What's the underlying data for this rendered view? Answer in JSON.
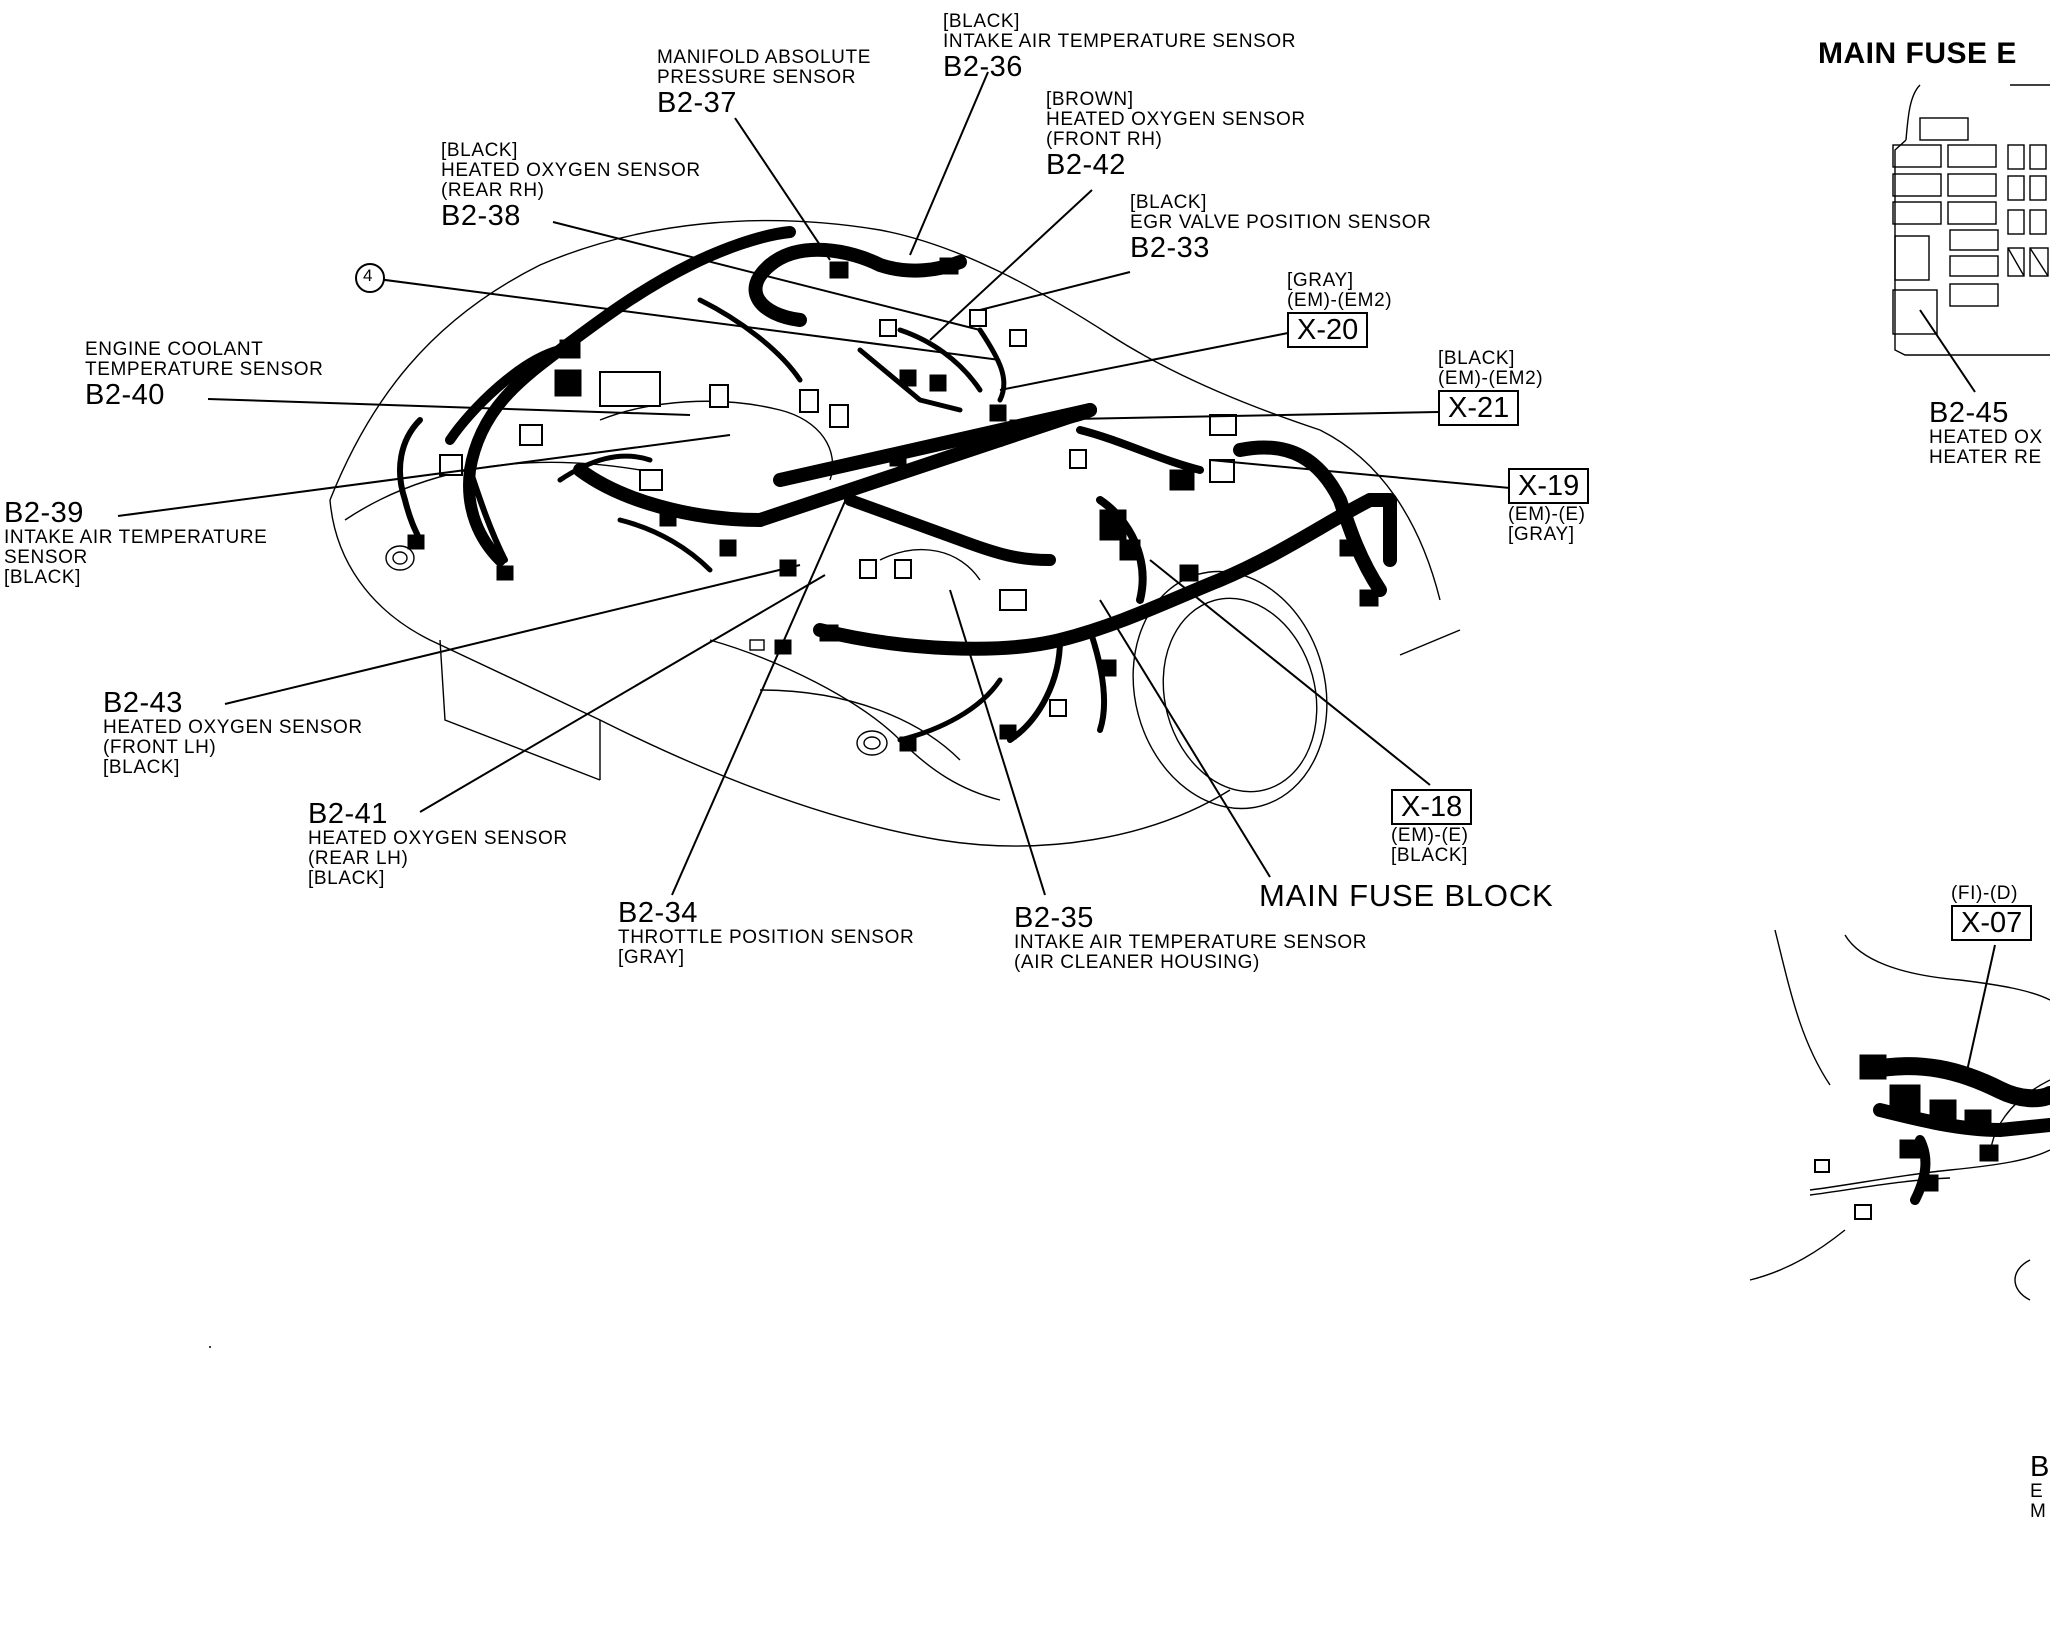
{
  "labels": {
    "b2_36": {
      "color": "[BLACK]",
      "name": "INTAKE AIR TEMPERATURE SENSOR",
      "code": "B2-36"
    },
    "b2_37": {
      "name1": "MANIFOLD ABSOLUTE",
      "name2": "PRESSURE SENSOR",
      "code": "B2-37"
    },
    "b2_42": {
      "color": "[BROWN]",
      "name1": "HEATED OXYGEN SENSOR",
      "name2": "(FRONT RH)",
      "code": "B2-42"
    },
    "b2_38": {
      "color": "[BLACK]",
      "name1": "HEATED OXYGEN SENSOR",
      "name2": "(REAR RH)",
      "code": "B2-38"
    },
    "b2_33": {
      "color": "[BLACK]",
      "name": "EGR VALVE POSITION SENSOR",
      "code": "B2-33"
    },
    "circle_4": "4",
    "x_20": {
      "color": "[GRAY]",
      "em": "(EM)-(EM2)",
      "code": "X-20"
    },
    "x_21": {
      "color": "[BLACK]",
      "em": "(EM)-(EM2)",
      "code": "X-21"
    },
    "b2_40": {
      "name1": "ENGINE COOLANT",
      "name2": "TEMPERATURE SENSOR",
      "code": "B2-40"
    },
    "x_19": {
      "code": "X-19",
      "em": "(EM)-(E)",
      "color": "[GRAY]"
    },
    "b2_39": {
      "code": "B2-39",
      "name1": "INTAKE AIR TEMPERATURE",
      "name2": "SENSOR",
      "color": "[BLACK]"
    },
    "b2_43": {
      "code": "B2-43",
      "name1": "HEATED OXYGEN SENSOR",
      "name2": "(FRONT LH)",
      "color": "[BLACK]"
    },
    "b2_41": {
      "code": "B2-41",
      "name1": "HEATED OXYGEN SENSOR",
      "name2": "(REAR LH)",
      "color": "[BLACK]"
    },
    "x_18": {
      "code": "X-18",
      "em": "(EM)-(E)",
      "color": "[BLACK]"
    },
    "main_fuse_block": "MAIN FUSE BLOCK",
    "b2_34": {
      "code": "B2-34",
      "name": "THROTTLE POSITION SENSOR",
      "color": "[GRAY]"
    },
    "b2_35": {
      "code": "B2-35",
      "name1": "INTAKE AIR TEMPERATURE SENSOR",
      "name2": "(AIR CLEANER HOUSING)"
    }
  },
  "right_panel": {
    "title": "MAIN FUSE E",
    "b2_45": {
      "code": "B2-45",
      "line1": "HEATED OX",
      "line2": "HEATER RE"
    },
    "x_07": {
      "em": "(FI)-(D)",
      "code": "X-07"
    },
    "bottom": {
      "code": "B",
      "line1": "E",
      "line2": "M"
    }
  }
}
